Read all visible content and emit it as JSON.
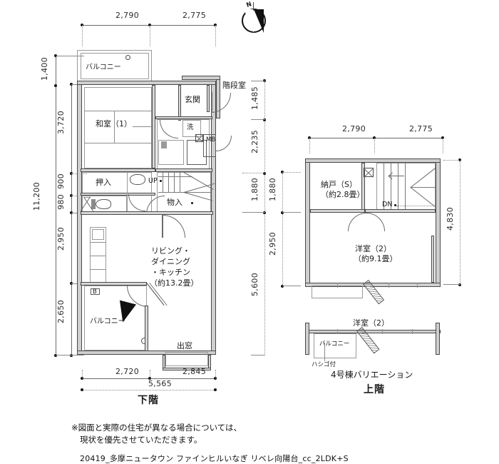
{
  "meta": {
    "title": "20419_多摩ニュータウン ファインヒルいなぎ リベレ向陽台_cc_2LDK+S",
    "disclaimer_line1": "※図面と実際の住宅が異なる場合については、",
    "disclaimer_line2": "現状を優先させていただきます。",
    "compass_label": "N"
  },
  "lower_floor": {
    "floor_label": "下階",
    "rooms": [
      {
        "name": "balcony-north",
        "label": "バルコニー"
      },
      {
        "name": "washitsu",
        "label": "和室（1）"
      },
      {
        "name": "oshiire",
        "label": "押入"
      },
      {
        "name": "genkan",
        "label": "玄関"
      },
      {
        "name": "kaidanshitsu",
        "label": "階段室"
      },
      {
        "name": "sen",
        "label": "洗"
      },
      {
        "name": "meter-box",
        "label": "MB"
      },
      {
        "name": "monoire",
        "label": "物入"
      },
      {
        "name": "stairs-up",
        "label": "UP"
      },
      {
        "name": "ldk",
        "label": "リビング・\nダイニング\n・キッチン\n（約13.2畳）"
      },
      {
        "name": "ldk-line1",
        "label": "リビング・"
      },
      {
        "name": "ldk-line2",
        "label": "ダイニング"
      },
      {
        "name": "ldk-line3",
        "label": "・キッチン"
      },
      {
        "name": "ldk-line4",
        "label": "（約13.2畳）"
      },
      {
        "name": "balcony-south",
        "label": "バルコニー"
      },
      {
        "name": "demado",
        "label": "出窓"
      }
    ],
    "dims_top": [
      "2,790",
      "2,775"
    ],
    "dims_left_outer": [
      "11,200"
    ],
    "dims_left_inner": [
      "1,400",
      "3,720",
      "900",
      "980",
      "2,950",
      "2,650"
    ],
    "dims_right": [
      "1,485",
      "2,235",
      "1,880",
      "5,600"
    ],
    "dims_bottom": [
      "2,720",
      "2,845"
    ],
    "dims_bottom_total": "5,565"
  },
  "upper_floor": {
    "floor_label": "上階",
    "rooms": [
      {
        "name": "nando",
        "label_line1": "納戸（S）",
        "label_line2": "（約2.8畳）"
      },
      {
        "name": "youshitsu",
        "label_line1": "洋室（2）",
        "label_line2": "（約9.1畳）"
      },
      {
        "name": "stairs-down",
        "label": "DN"
      }
    ],
    "dims_top": [
      "2,790",
      "2,775"
    ],
    "dims_left": [
      "1,880",
      "2,950"
    ],
    "dims_right": [
      "4,830"
    ]
  },
  "variation": {
    "title": "4号棟バリエーション",
    "room_label": "洋室（2）",
    "balcony_label": "バルコニー",
    "ladder_label": "ハシゴ付"
  },
  "colors": {
    "wall_fill": "#cfcfcf",
    "wall_stroke": "#4a4a4a",
    "text": "#1a1a1a",
    "dim_line": "#6b6b6b"
  }
}
